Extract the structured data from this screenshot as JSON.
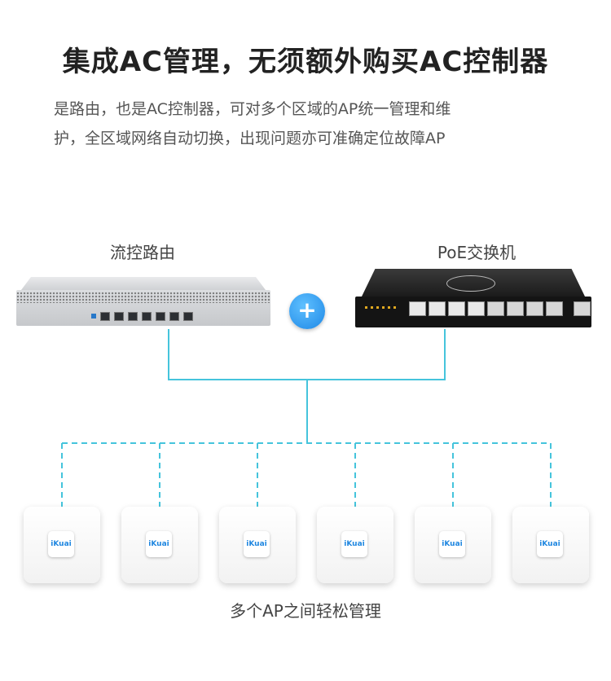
{
  "title": "集成AC管理，无须额外购买AC控制器",
  "subtitle_lines": [
    "是路由，也是AC控制器，可对多个区域的AP统一管理和维",
    "护，全区域网络自动切换，出现问题亦可准确定位故障AP"
  ],
  "devices": {
    "router_label": "流控路由",
    "switch_label": "PoE交换机",
    "plus_symbol": "+"
  },
  "brand_logo": "iKuai",
  "footer": "多个AP之间轻松管理",
  "colors": {
    "accent": "#1e88e6",
    "link_line": "#45c4dc"
  }
}
